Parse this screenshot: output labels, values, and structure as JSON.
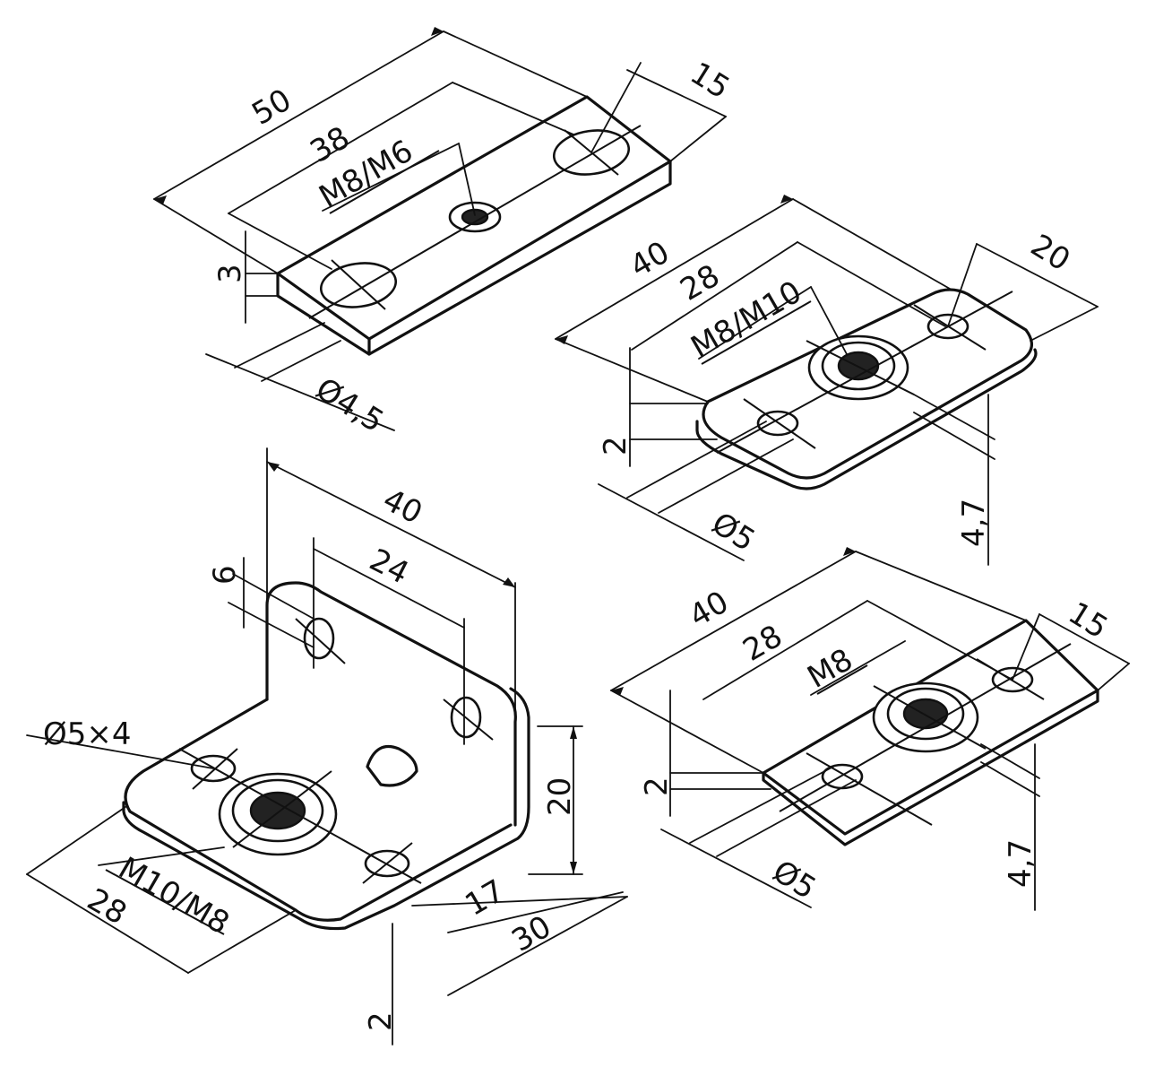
{
  "drawing": {
    "plate1": {
      "dim_length": "50",
      "dim_hole_spacing": "38",
      "dim_width": "15",
      "dim_thickness": "3",
      "thread_label": "M8/M6",
      "hole_label": "Ø4,5"
    },
    "plate2": {
      "dim_length": "40",
      "dim_hole_spacing": "28",
      "dim_width": "20",
      "dim_thickness": "2",
      "thread_label": "M8/M10",
      "hole_label": "Ø5",
      "dim_height": "4,7"
    },
    "angle": {
      "dim_length": "40",
      "dim_hole_spacing": "24",
      "dim_hole_offset": "6",
      "dim_height": "20",
      "hole_label": "Ø5×4",
      "thread_label": "M10/M8",
      "dim_base_spacing": "28",
      "dim_inner": "17",
      "dim_base_width": "30",
      "dim_thickness": "2"
    },
    "plate3": {
      "dim_length": "40",
      "dim_hole_spacing": "28",
      "dim_width": "15",
      "dim_thickness": "2",
      "thread_label": "M8",
      "hole_label": "Ø5",
      "dim_height": "4,7"
    }
  }
}
